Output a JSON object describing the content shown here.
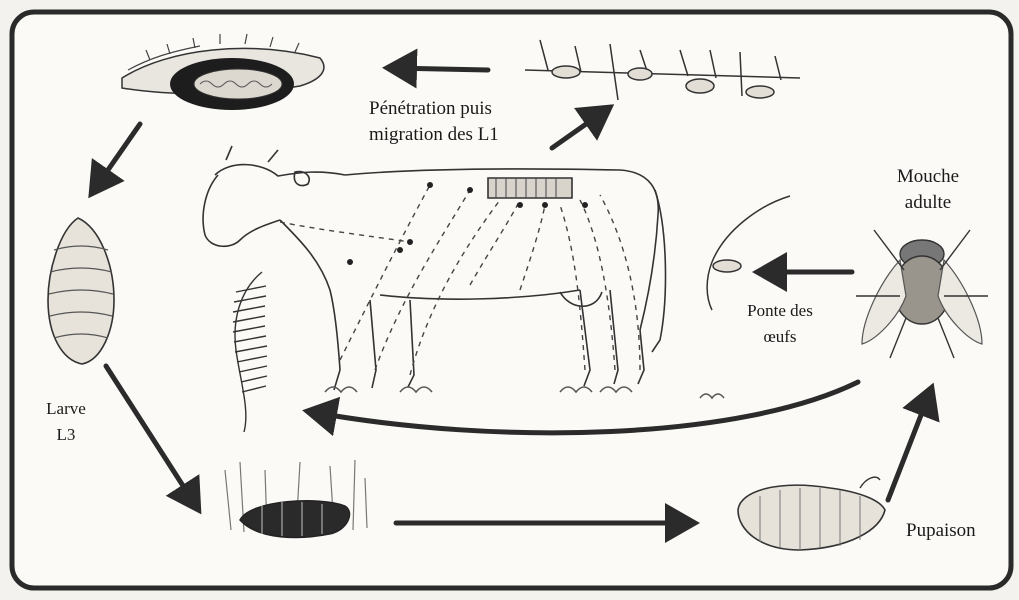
{
  "labels": {
    "penetration_line1": "Pénétration puis",
    "penetration_line2": "migration des L1",
    "mouche_line1": "Mouche",
    "mouche_line2": "adulte",
    "ponte_line1": "Ponte des",
    "ponte_line2": "œufs",
    "larve_line1": "Larve",
    "larve_line2": "L3",
    "pupaison": "Pupaison"
  },
  "colors": {
    "ink": "#1a1a1a",
    "frame": "#2a2a2a",
    "arrow": "#2b2b2b",
    "background": "#f4f2ee"
  }
}
